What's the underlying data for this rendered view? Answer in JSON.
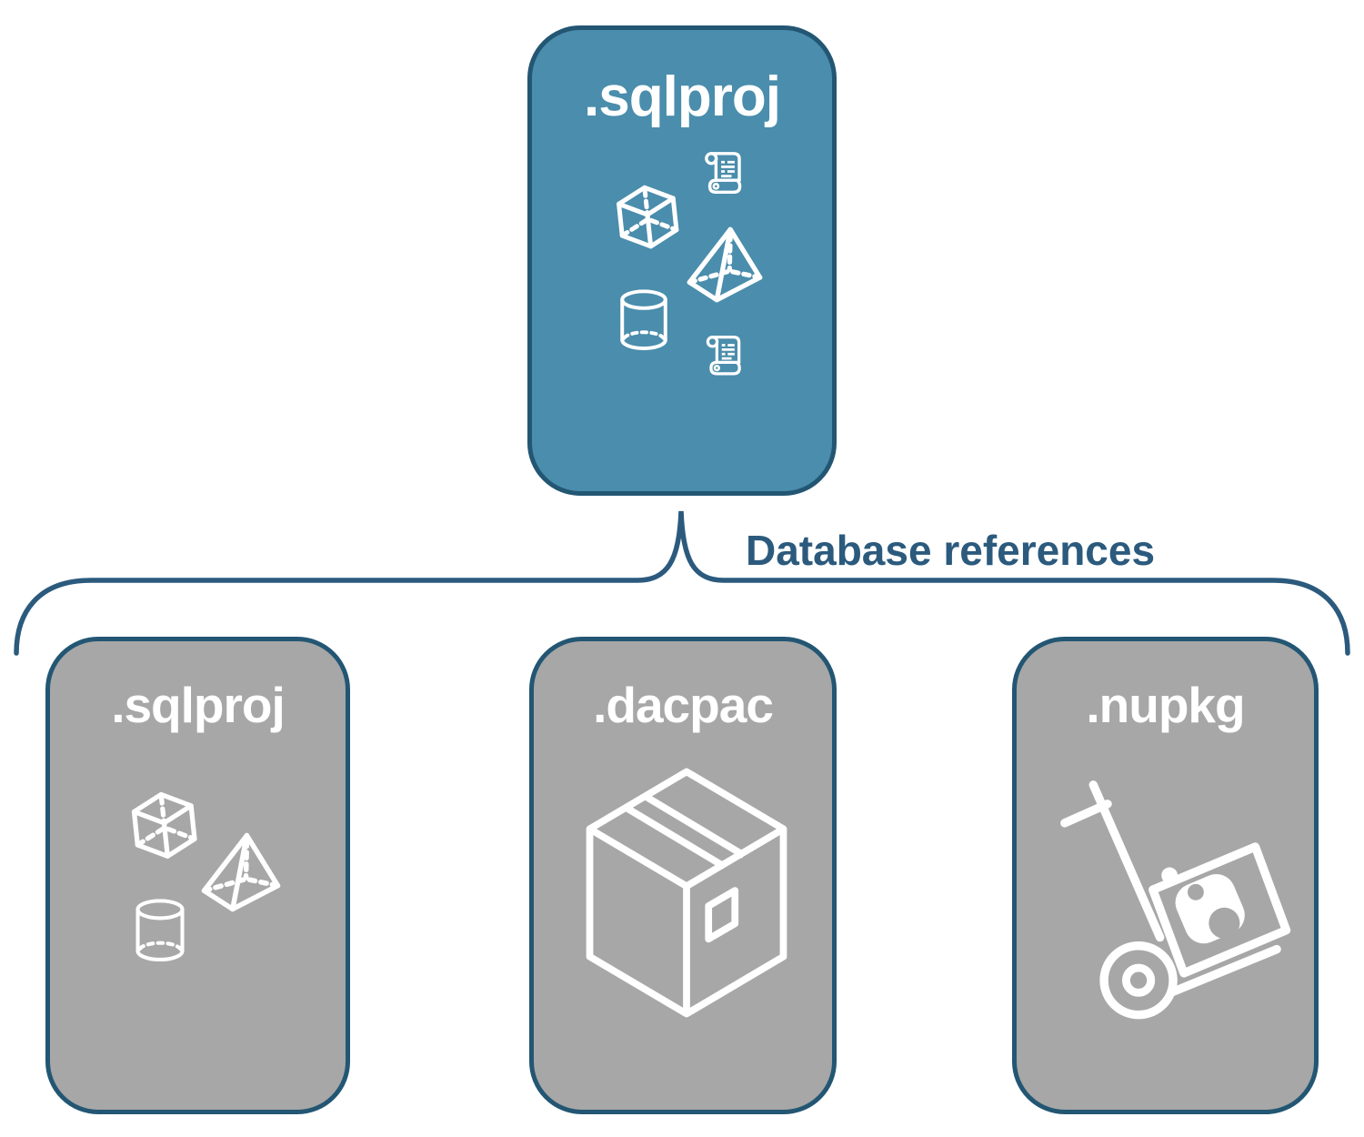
{
  "colors": {
    "accent": "#4a8dac",
    "muted": "#a7a7a7",
    "navy": "#2b5a7d",
    "border": "#235673",
    "icon": "#ffffff",
    "background": "#ffffff"
  },
  "diagram": {
    "parent": {
      "label": ".sqlproj",
      "icons": [
        "scroll-icon",
        "cube-icon",
        "pyramid-icon",
        "cylinder-icon",
        "scroll-icon"
      ]
    },
    "connector": {
      "label": "Database references"
    },
    "children": [
      {
        "label": ".sqlproj",
        "icons": [
          "cube-icon",
          "pyramid-icon",
          "cylinder-icon"
        ]
      },
      {
        "label": ".dacpac",
        "icons": [
          "package-box-icon"
        ]
      },
      {
        "label": ".nupkg",
        "icons": [
          "hand-truck-icon"
        ]
      }
    ]
  }
}
